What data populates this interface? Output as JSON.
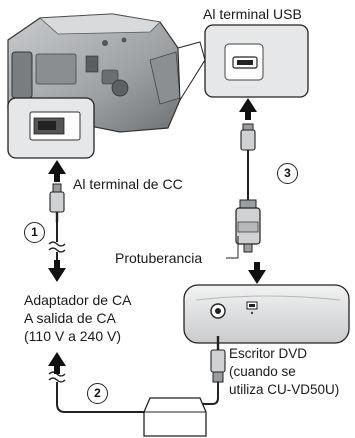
{
  "labels": {
    "usb_terminal": "Al terminal USB",
    "dc_terminal": "Al terminal de CC",
    "protrusion": "Protuberancia",
    "ac_adapter": "Adaptador de CA",
    "ac_outlet": "A salida de CA",
    "voltage": "(110 V a 240 V)",
    "dvd_writer": "Escritor DVD",
    "dvd_note_line1": "(cuando se",
    "dvd_note_line2": "utiliza CU-VD50U)"
  },
  "steps": {
    "step1": "1",
    "step2": "2",
    "step3": "3"
  },
  "colors": {
    "outline": "#222222",
    "device_body": "#a7a9ab",
    "device_dark": "#6f7275",
    "panel_light": "#e6e7e8"
  }
}
